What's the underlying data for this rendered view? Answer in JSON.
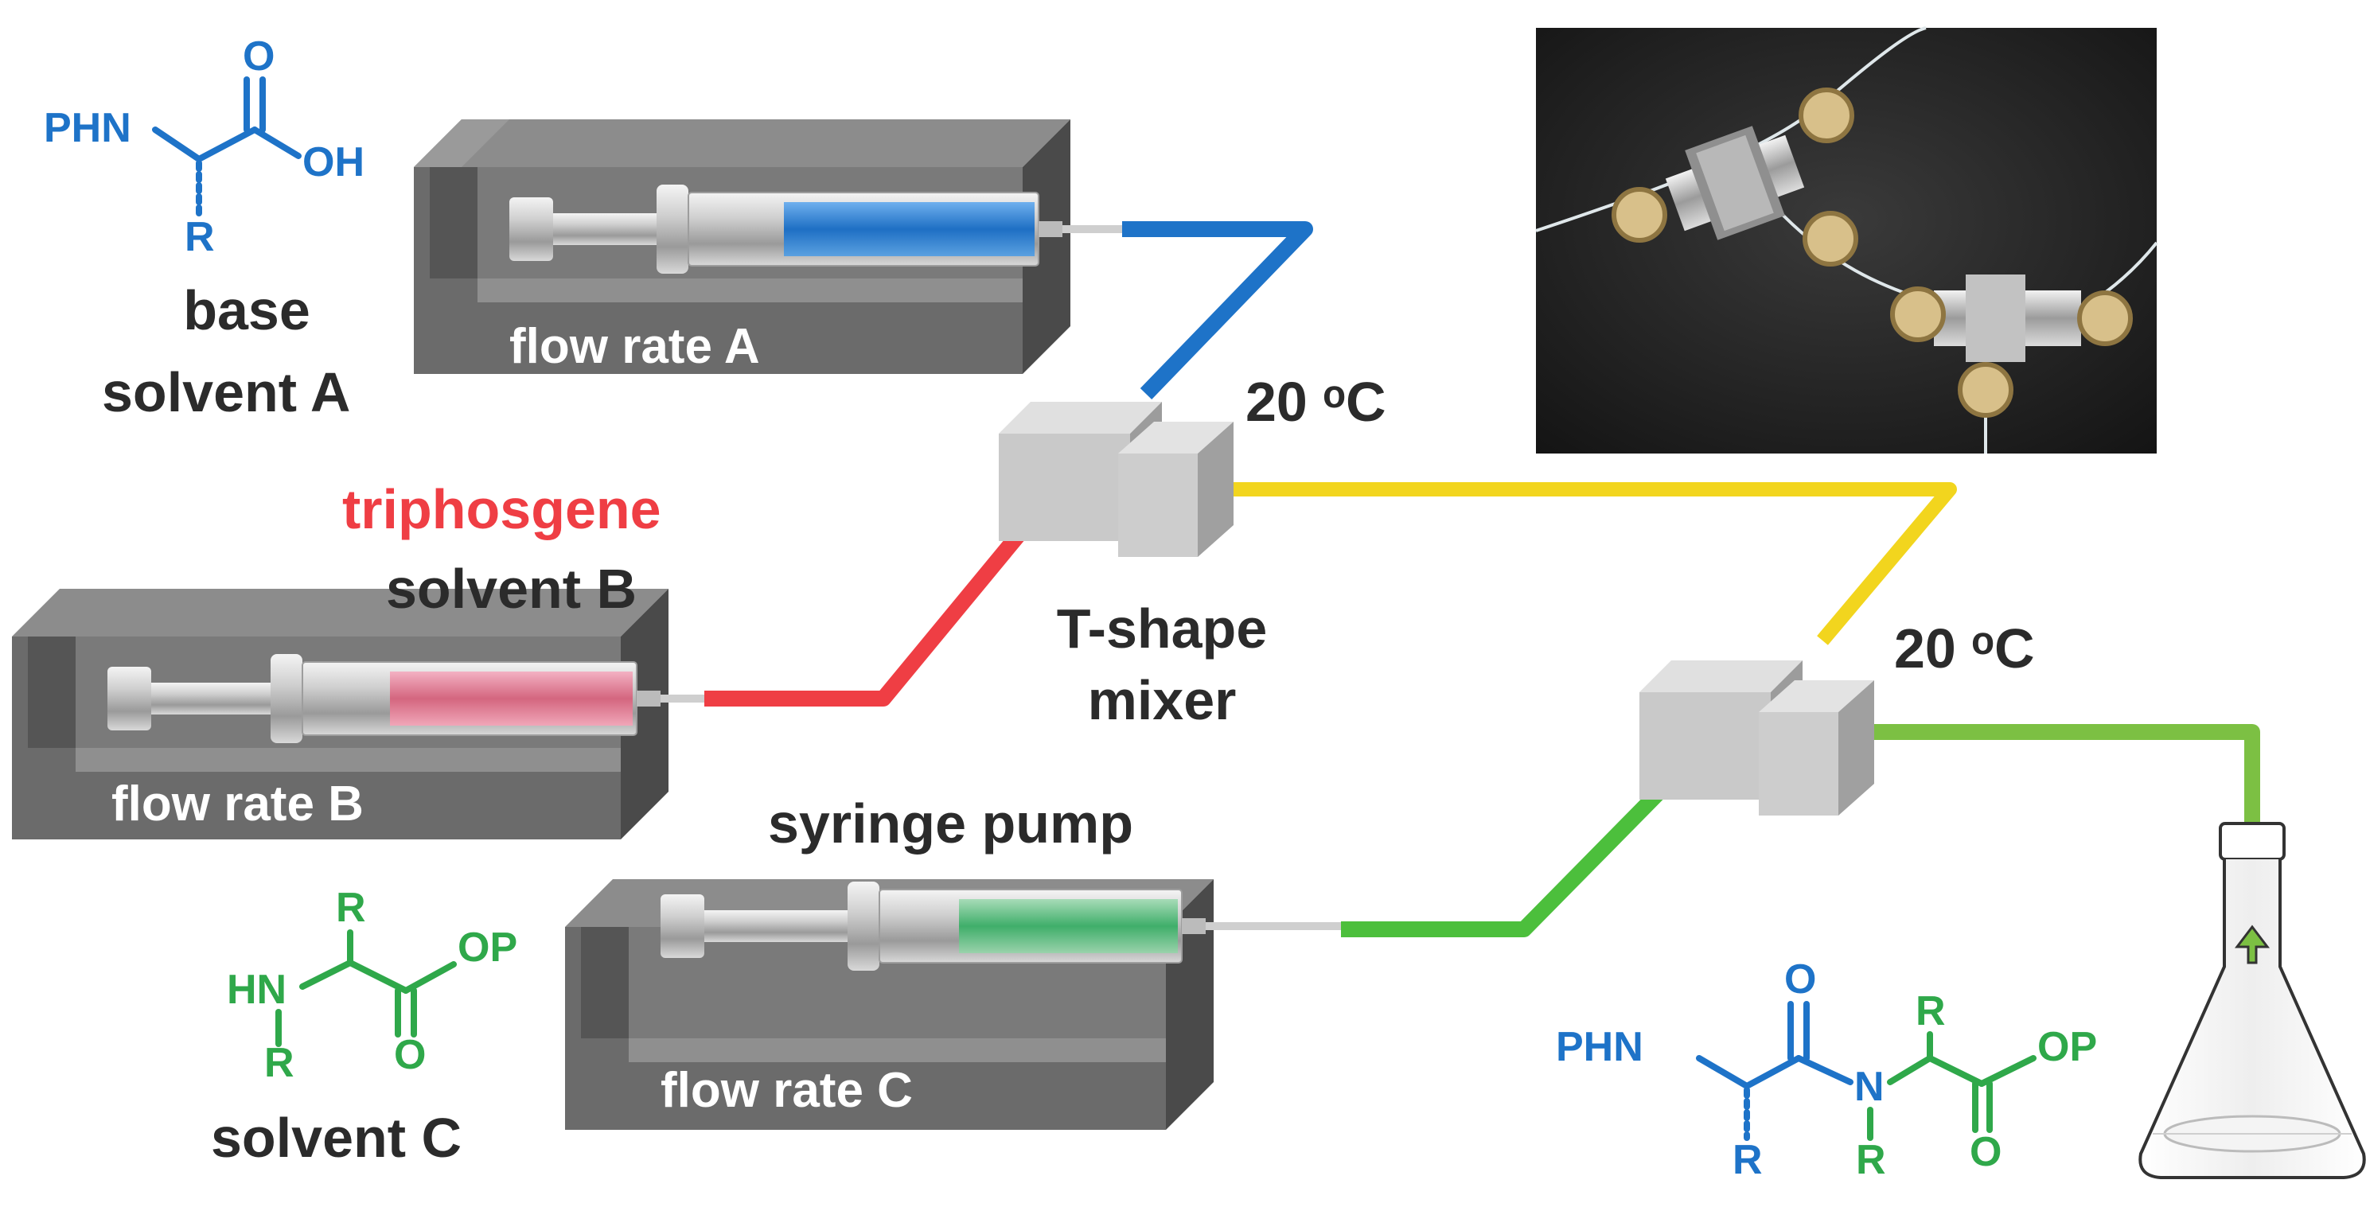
{
  "colors": {
    "blue": "#1e73c8",
    "red": "#ef3e44",
    "yellow": "#f2d51e",
    "green": "#6fbf2f",
    "green_dark": "#2fa84a",
    "pump_gray": "#6b6b6b",
    "mixer_gray": "#c8c8c8"
  },
  "labels": {
    "flow_rate_a": "flow rate A",
    "flow_rate_b": "flow rate B",
    "flow_rate_c": "flow rate C",
    "base": "base",
    "solvent_a": "solvent A",
    "triphosgene": "triphosgene",
    "solvent_b": "solvent B",
    "solvent_c": "solvent C",
    "temp_1": "20 ᵒC",
    "temp_2": "20 ᵒC",
    "t_shape": "T-shape",
    "mixer": "mixer",
    "syringe_pump": "syringe pump"
  },
  "molecules": {
    "amino_acid_a": {
      "phn": "PHN",
      "o": "O",
      "oh": "OH",
      "r": "R"
    },
    "amino_ester_c": {
      "r_top": "R",
      "hn": "HN",
      "op": "OP",
      "r_bottom": "R",
      "o": "O"
    },
    "product": {
      "phn": "PHN",
      "o_top": "O",
      "r_top": "R",
      "n": "N",
      "op": "OP",
      "r_left": "R",
      "r_n": "R",
      "o_bottom": "O"
    }
  },
  "photo": {
    "icon": "t-mixer-photo"
  },
  "flask": {
    "icon": "erlenmeyer-flask-icon"
  }
}
